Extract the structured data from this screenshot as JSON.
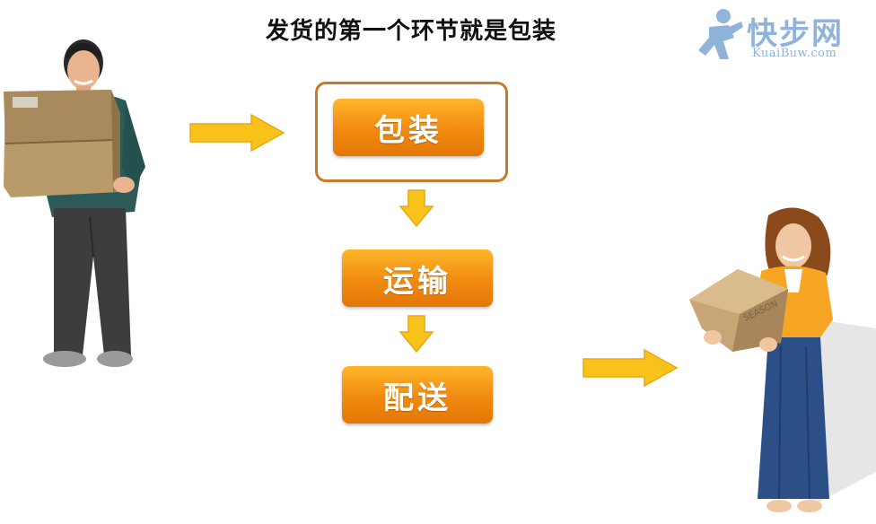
{
  "title": "发货的第一个环节就是包装",
  "logo": {
    "name": "快步网",
    "url_text": "KuaiBuw.com"
  },
  "steps": [
    {
      "label": "包装",
      "highlighted": true
    },
    {
      "label": "运输",
      "highlighted": false
    },
    {
      "label": "配送",
      "highlighted": false
    }
  ],
  "box_label": "SEASON",
  "colors": {
    "step_top": "#ffb62a",
    "step_bottom": "#e47705",
    "arrow": "#f7c21a",
    "highlight_border": "#c77a2a",
    "logo": "#8fb3d9"
  },
  "icons": [
    "man-holding-box",
    "woman-holding-box",
    "runner-logo-icon",
    "arrow-right-icon",
    "arrow-down-icon"
  ]
}
